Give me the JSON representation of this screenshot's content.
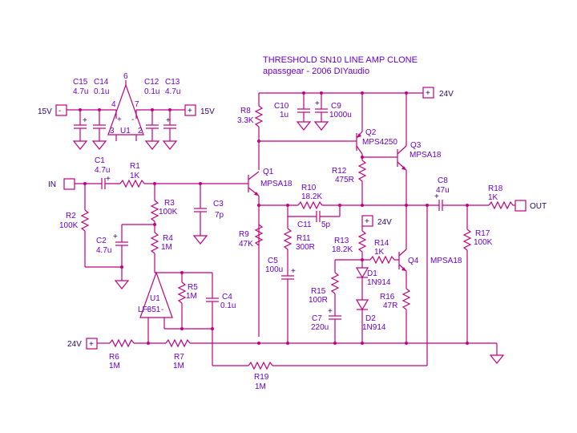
{
  "title": "THRESHOLD SN10 LINE AMP  CLONE",
  "subtitle": "apassgear - 2006    DIYaudio",
  "components": {
    "C15": {
      "ref": "C15",
      "val": "4.7u"
    },
    "C14": {
      "ref": "C14",
      "val": "0.1u"
    },
    "C12": {
      "ref": "C12",
      "val": "0.1u"
    },
    "C13": {
      "ref": "C13",
      "val": "4.7u"
    },
    "U1top": {
      "ref": "U1"
    },
    "C1": {
      "ref": "C1",
      "val": "4.7u"
    },
    "R1": {
      "ref": "R1",
      "val": "1K"
    },
    "R2": {
      "ref": "R2",
      "val": "100K"
    },
    "C2": {
      "ref": "C2",
      "val": "4.7u"
    },
    "R3": {
      "ref": "R3",
      "val": "100K"
    },
    "R4": {
      "ref": "R4",
      "val": "1M"
    },
    "C3": {
      "ref": "C3",
      "val": "7p"
    },
    "U1": {
      "ref": "U1",
      "val": "LF351"
    },
    "R5": {
      "ref": "R5",
      "val": "1M"
    },
    "C4": {
      "ref": "C4",
      "val": "0.1u"
    },
    "R6": {
      "ref": "R6",
      "val": "1M"
    },
    "R7": {
      "ref": "R7",
      "val": "1M"
    },
    "R19": {
      "ref": "R19",
      "val": "1M"
    },
    "R8": {
      "ref": "R8",
      "val": "3.3K"
    },
    "C10": {
      "ref": "C10",
      "val": "1u"
    },
    "C9": {
      "ref": "C9",
      "val": "1000u"
    },
    "Q1": {
      "ref": "Q1",
      "val": "MPSA18"
    },
    "Q2": {
      "ref": "Q2",
      "val": "MPS4250"
    },
    "Q3": {
      "ref": "Q3",
      "val": "MPSA18"
    },
    "R12": {
      "ref": "R12",
      "val": "475R"
    },
    "R10": {
      "ref": "R10",
      "val": "18.2K"
    },
    "C11": {
      "ref": "C11",
      "val": "5p"
    },
    "R9": {
      "ref": "R9",
      "val": "47K"
    },
    "R11": {
      "ref": "R11",
      "val": "300R"
    },
    "C5": {
      "ref": "C5",
      "val": "100u"
    },
    "R13": {
      "ref": "R13",
      "val": "18.2K"
    },
    "R14": {
      "ref": "R14",
      "val": "1K"
    },
    "Q4": {
      "ref": "Q4",
      "val": "MPSA18"
    },
    "D1": {
      "ref": "D1",
      "val": "1N914"
    },
    "D2": {
      "ref": "D2",
      "val": "1N914"
    },
    "R15": {
      "ref": "R15",
      "val": "100R"
    },
    "R16": {
      "ref": "R16",
      "val": "47R"
    },
    "C7": {
      "ref": "C7",
      "val": "220u"
    },
    "C8": {
      "ref": "C8",
      "val": "47u"
    },
    "R18": {
      "ref": "R18",
      "val": "1K"
    },
    "R17": {
      "ref": "R17",
      "val": "100K"
    }
  },
  "ports": {
    "in": "IN",
    "out": "OUT",
    "v15neg": "15V",
    "v15pos": "15V",
    "v24top": "24V",
    "v24mid": "24V",
    "v24left": "24V"
  },
  "pins": {
    "p6": "6",
    "p4": "4",
    "p7": "7",
    "p3": "3",
    "p2": "2",
    "plus": "+",
    "minus": "-",
    "u1plus": "+",
    "u1minus": "-"
  },
  "port_signs": {
    "minus": "-",
    "plus": "+"
  },
  "cap_polarity": "+"
}
